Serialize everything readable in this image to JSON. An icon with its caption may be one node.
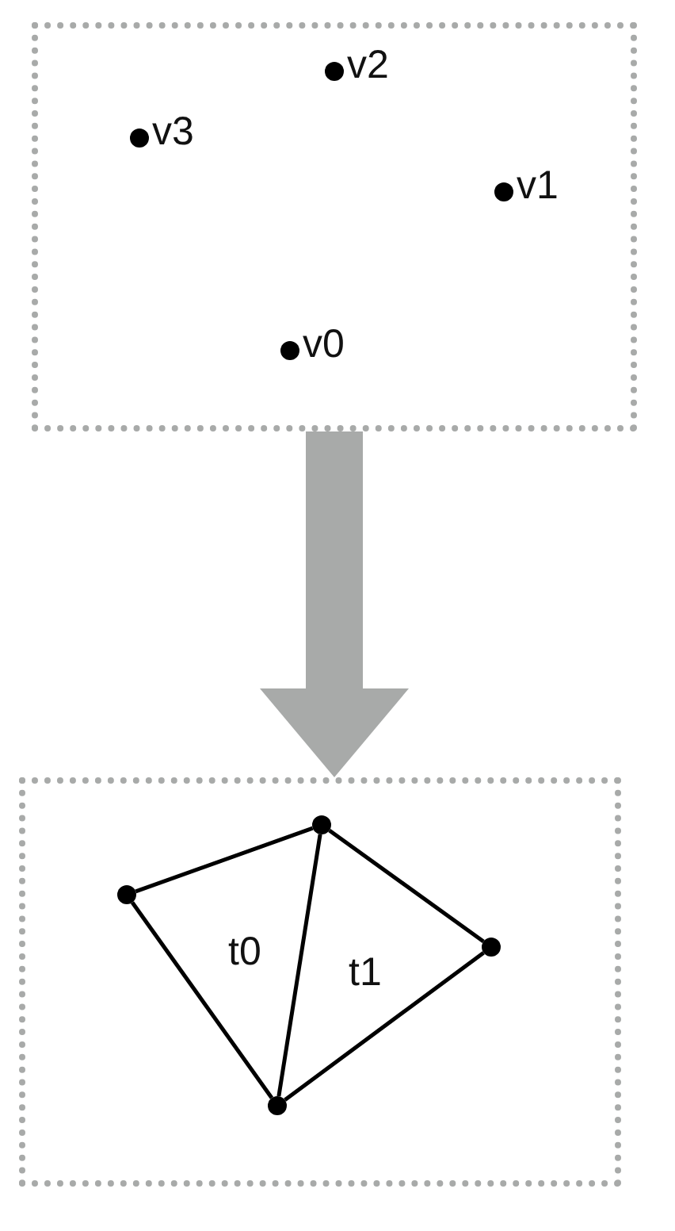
{
  "diagram": {
    "nodes": [
      {
        "text": [],
        "shape": "box"
      },
      {
        "text": [
          "v2"
        ],
        "in": 0
      },
      {
        "text": [
          "v3"
        ],
        "in": 0
      },
      {
        "text": [
          "v1"
        ],
        "in": 0
      },
      {
        "text": [
          "v0"
        ],
        "in": 0
      },
      {
        "text": [],
        "shape": "box"
      },
      {
        "text": [],
        "shape": "circle",
        "in": 5
      },
      {
        "text": [],
        "shape": "circle",
        "in": 5
      },
      {
        "text": [],
        "shape": "circle",
        "in": 5
      },
      {
        "text": [],
        "shape": "circle",
        "in": 5
      }
    ],
    "edges": [
      {
        "from": 0,
        "to": 5,
        "arrow": "to",
        "style": "thick",
        "color": "#a8aaa9"
      },
      {
        "from": 6,
        "to": 8,
        "arrow": "none"
      },
      {
        "from": 6,
        "to": 7,
        "arrow": "none"
      },
      {
        "from": 8,
        "to": 7,
        "arrow": "none"
      },
      {
        "from": 8,
        "to": 9,
        "arrow": "none"
      },
      {
        "from": 7,
        "to": 9,
        "arrow": "none"
      }
    ],
    "labels": [
      "t0",
      "t1"
    ]
  }
}
